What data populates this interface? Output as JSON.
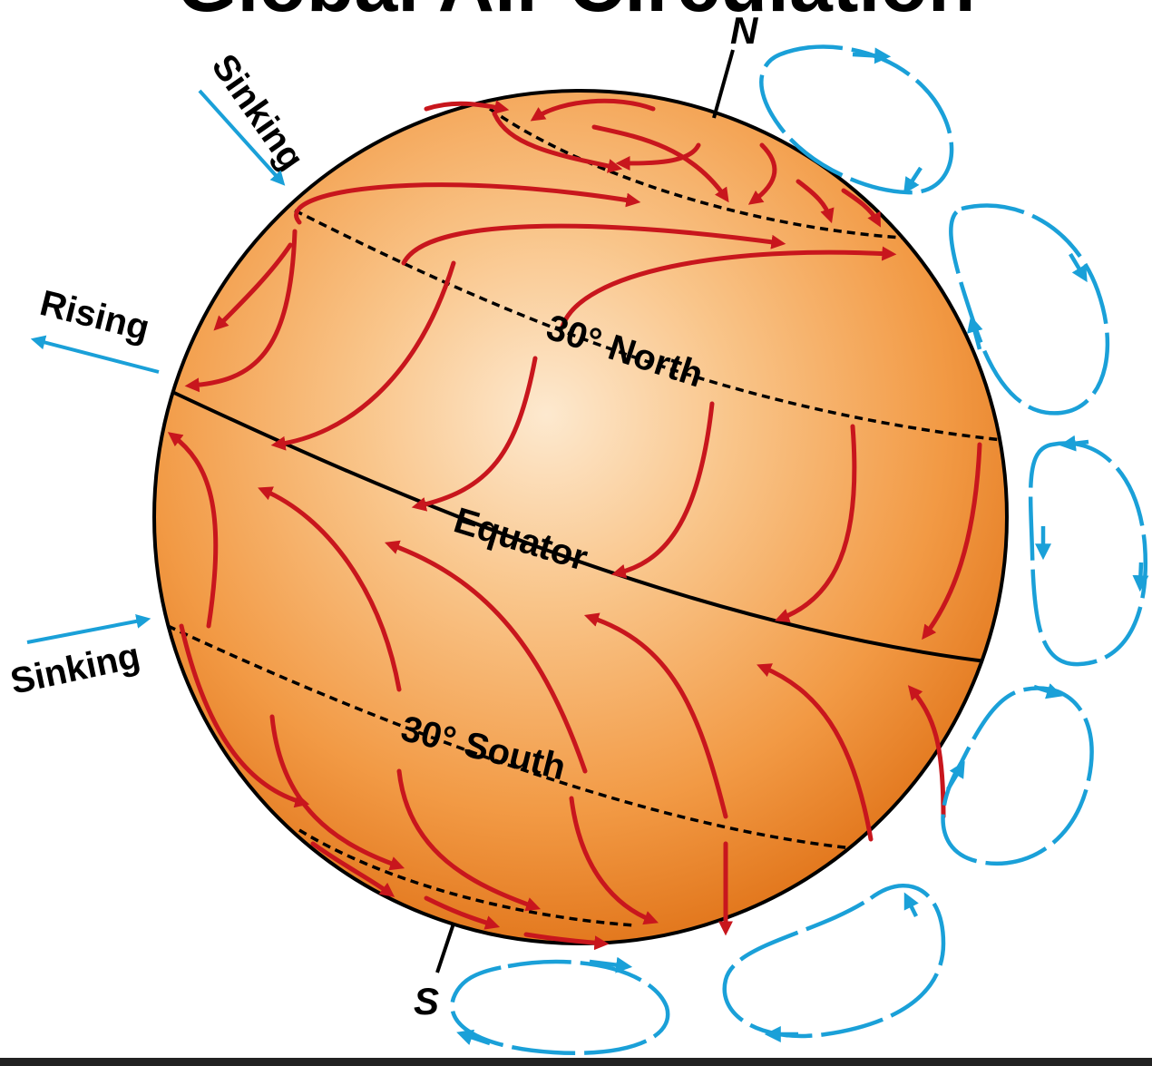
{
  "title": "Global Air Circulation",
  "labels": {
    "north_pole": "N",
    "south_pole": "S",
    "sinking_top": "Sinking",
    "rising": "Rising",
    "sinking_bottom": "Sinking",
    "lat_30_north": "30° North",
    "equator": "Equator",
    "lat_30_south": "30° South"
  },
  "colors": {
    "globe_light": "#fde7c8",
    "globe_mid": "#f6a24c",
    "globe_dark": "#e0761f",
    "wind_arrows": "#c8161d",
    "circulation_cells": "#1aa0d8",
    "outline": "#000000"
  }
}
